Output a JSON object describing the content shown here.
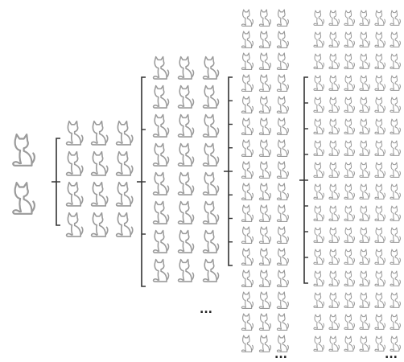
{
  "figure": {
    "icon": "cat-icon",
    "stroke_color": "#9a9a9a",
    "bracket_color": "#333333",
    "generations": [
      {
        "label": "generation-0",
        "columns": 1,
        "rows": 2
      },
      {
        "label": "generation-1",
        "columns": 3,
        "rows": 4
      },
      {
        "label": "generation-2",
        "columns": 3,
        "rows": 8
      },
      {
        "label": "generation-3",
        "columns": 3,
        "rows": 16
      },
      {
        "label": "generation-4",
        "columns": 6,
        "rows": 16
      }
    ],
    "ellipses": [
      "...",
      "...",
      "..."
    ]
  }
}
